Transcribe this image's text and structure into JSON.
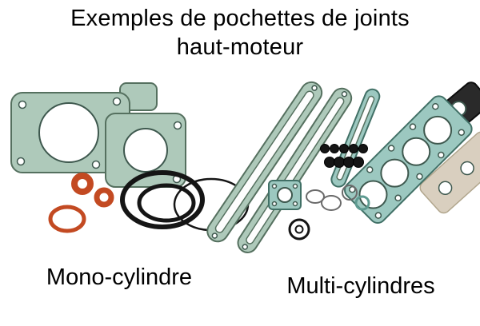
{
  "title": {
    "line1": "Exemples de pochettes de joints",
    "line2": "haut-moteur"
  },
  "captions": {
    "mono": "Mono-cylindre",
    "multi": "Multi-cylindres"
  },
  "colors": {
    "background": "#ffffff",
    "text": "#000000",
    "gasket_green": "#aec9ba",
    "gasket_teal": "#9cc8c0",
    "oring_orange": "#c34a22",
    "rubber_black": "#151515",
    "paper_tan": "#d9cfbf"
  }
}
